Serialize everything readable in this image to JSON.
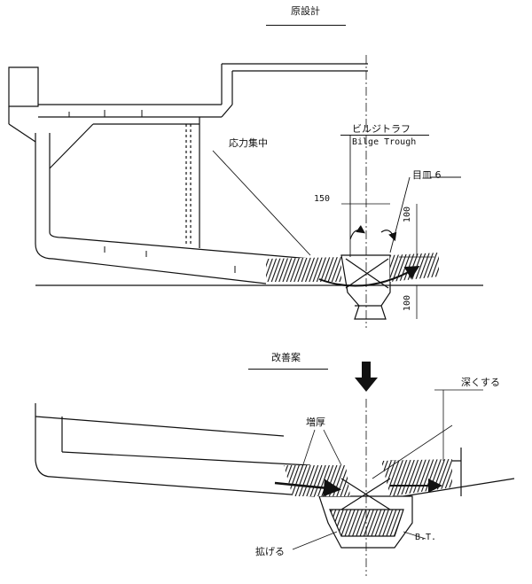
{
  "top": {
    "title": "原設計",
    "labels": {
      "stress": "応力集中",
      "bilge_jp": "ビルジトラフ",
      "bilge_en": "Bilge Trough",
      "plate": "目皿 6",
      "dim_150": "150",
      "dim_100_a": "100",
      "dim_100_b": "100"
    }
  },
  "bottom": {
    "title": "改善案",
    "labels": {
      "deepen": "深くする",
      "thicken": "増厚",
      "widen": "拡げる",
      "bt": "B.T."
    }
  },
  "colors": {
    "ink": "#111111",
    "paper": "#ffffff"
  }
}
